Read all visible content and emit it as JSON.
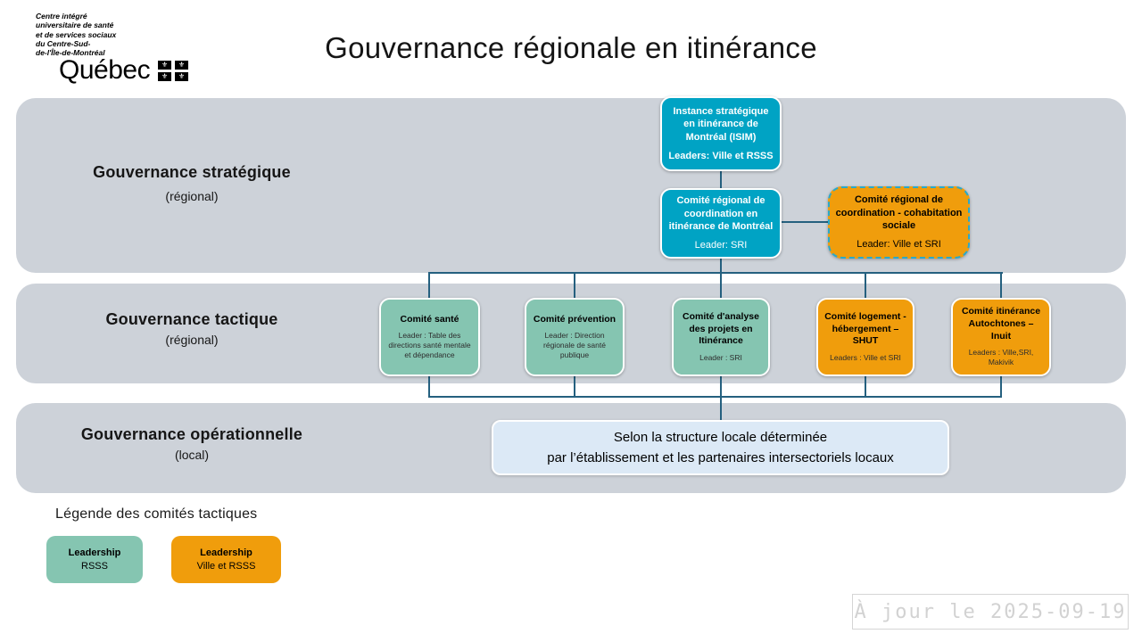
{
  "header": {
    "logo": {
      "org_lines": [
        "Centre intégré",
        "universitaire de santé",
        "et de services sociaux",
        "du Centre-Sud-",
        "de-l'Île-de-Montréal"
      ],
      "wordmark": "Québec",
      "flag_glyph": "⚜"
    },
    "title": "Gouvernance régionale en itinérance"
  },
  "bands": {
    "strategic": {
      "label": "Gouvernance stratégique",
      "scope": "(régional)"
    },
    "tactical": {
      "label": "Gouvernance tactique",
      "scope": "(régional)"
    },
    "operational": {
      "label": "Gouvernance opérationnelle",
      "scope": "(local)"
    }
  },
  "nodes": {
    "isim": {
      "title": "Instance stratégique en itinérance de Montréal (ISIM)",
      "leader": "Leaders: Ville et RSSS"
    },
    "coordination": {
      "title": "Comité régional de coordination en itinérance de Montréal",
      "leader": "Leader: SRI"
    },
    "cohabitation": {
      "title": "Comité régional de coordination - cohabitation sociale",
      "leader": "Leader: Ville et SRI"
    },
    "sante": {
      "title": "Comité santé",
      "leader": "Leader : Table des directions santé mentale et dépendance"
    },
    "prevention": {
      "title": "Comité prévention",
      "leader": "Leader : Direction régionale de santé publique"
    },
    "analyse": {
      "title": "Comité d'analyse des projets en Itinérance",
      "leader": "Leader : SRI"
    },
    "logement": {
      "title": "Comité logement - hébergement – SHUT",
      "leader": "Leaders : Ville et SRI"
    },
    "autochtones": {
      "title": "Comité itinérance Autochtones – Inuit",
      "leader": "Leaders : Ville,SRI, Makivik"
    },
    "operational_note": {
      "line1": "Selon la structure locale déterminée",
      "line2": "par l’établissement et les partenaires intersectoriels locaux"
    }
  },
  "legend": {
    "title": "Légende des comités tactiques",
    "items": [
      {
        "label": "Leadership",
        "value": "RSSS",
        "color": "#85C5B1"
      },
      {
        "label": "Leadership",
        "value": "Ville et RSSS",
        "color": "#F09D0C"
      }
    ]
  },
  "footer": {
    "updated": "À jour le 2025-09-19"
  },
  "colors": {
    "teal": "#00A3C4",
    "green": "#85C5B1",
    "orange": "#F09D0C",
    "band_gray": "#CDD2D9",
    "connector": "#25607F",
    "note_blue": "#DCE9F6",
    "dashed_border": "#2AA9C9"
  }
}
